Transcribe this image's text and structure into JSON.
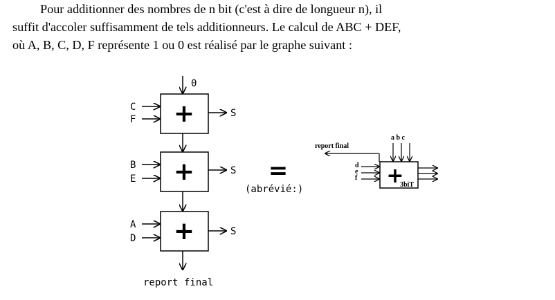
{
  "paragraph": {
    "line1": "Pour additionner des nombres de n bit (c'est à dire de longueur n), il",
    "line2": "suffit d'accoler suffisamment de tels additionneurs. Le calcul de ABC + DEF,",
    "line3": "où A, B, C, D, F représente 1 ou 0 est réalisé par le graphe suivant :"
  },
  "diagram": {
    "carry_in": "0",
    "adders": [
      {
        "in1": "C",
        "in2": "F",
        "out": "S"
      },
      {
        "in1": "B",
        "in2": "E",
        "out": "S"
      },
      {
        "in1": "A",
        "in2": "D",
        "out": "S"
      }
    ],
    "plus_symbol": "+",
    "final_carry": "report final",
    "equals_symbol": "=",
    "abbrev_label": "(abrévié:)",
    "compact": {
      "carry_out": "report final",
      "top_inputs": "a b c",
      "left_inputs": [
        "d",
        "e",
        "f"
      ],
      "bits_label": "3biT"
    }
  }
}
